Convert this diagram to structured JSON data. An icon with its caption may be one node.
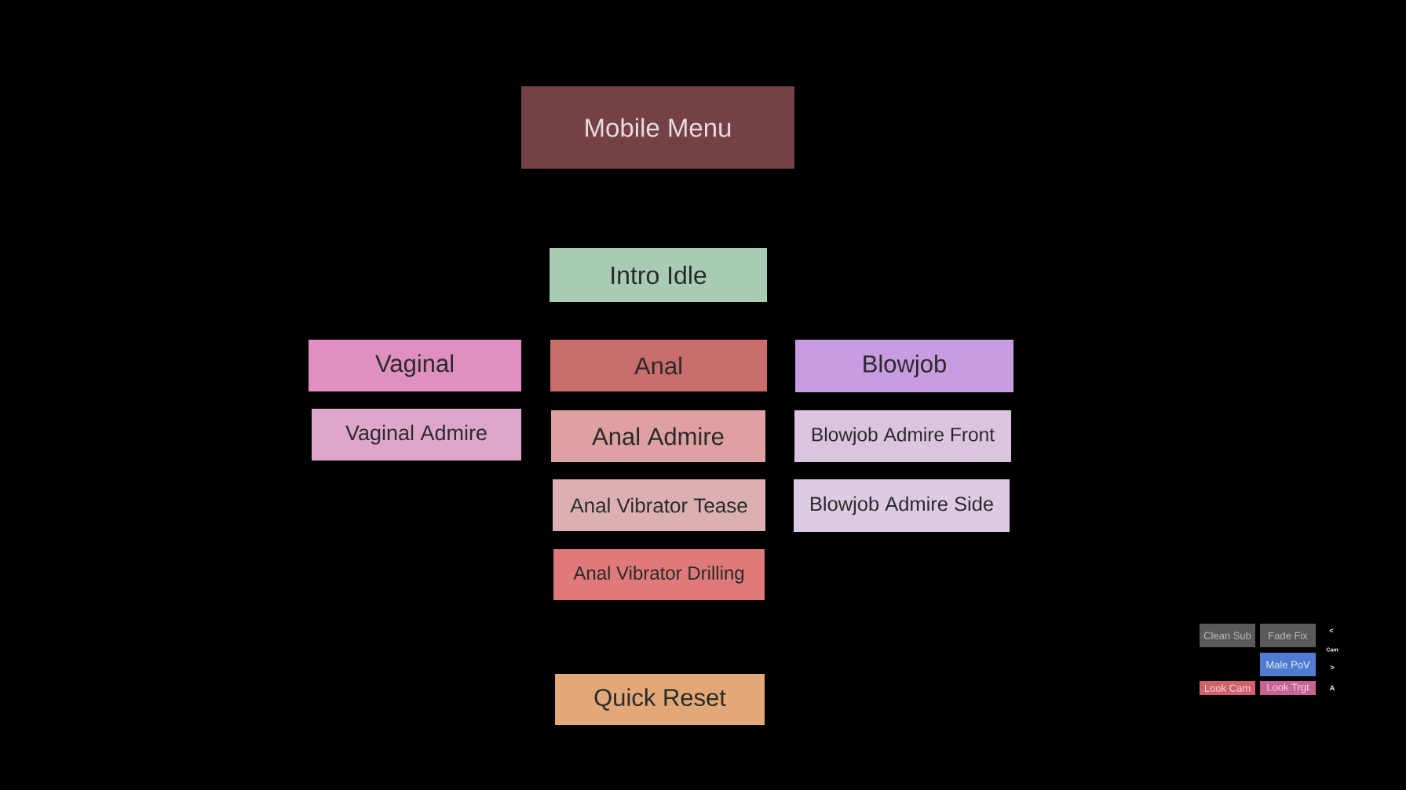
{
  "diagram": {
    "nodes": [
      {
        "text": [
          "Mobile Menu"
        ]
      },
      {
        "text": [
          "Intro Idle"
        ]
      },
      {
        "text": [
          "Vaginal"
        ]
      },
      {
        "text": [
          "Anal"
        ]
      },
      {
        "text": [
          "Blowjob"
        ]
      },
      {
        "text": [
          "Vaginal Admire"
        ]
      },
      {
        "text": [
          "Anal Admire"
        ]
      },
      {
        "text": [
          "Blowjob Admire Front"
        ]
      },
      {
        "text": [
          "Anal Vibrator Tease"
        ]
      },
      {
        "text": [
          "Blowjob Admire Side"
        ]
      },
      {
        "text": [
          "Anal Vibrator Drilling"
        ]
      },
      {
        "text": [
          "Quick Reset"
        ]
      },
      {
        "text": [
          "Clean Sub"
        ]
      },
      {
        "text": [
          "Fade Fix"
        ]
      },
      {
        "text": [
          "Male PoV"
        ]
      },
      {
        "text": [
          "Look Cam"
        ]
      },
      {
        "text": [
          "Look Trgt"
        ]
      }
    ],
    "labels": [
      "<",
      "Cam",
      ">",
      "A"
    ]
  }
}
